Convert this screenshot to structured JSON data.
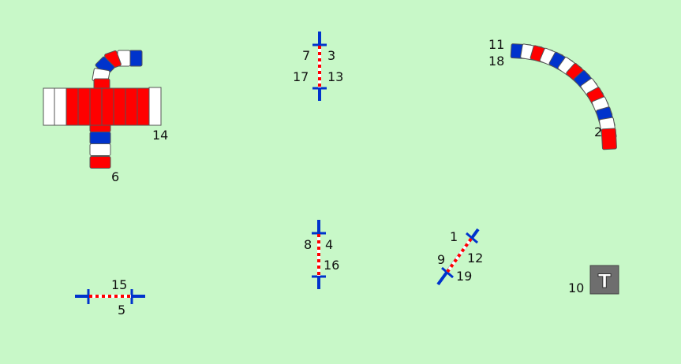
{
  "course": {
    "background": "#c8f8c8",
    "colors": {
      "red": "#ff0000",
      "white": "#ffffff",
      "blue": "#0033cc",
      "outline": "#555555",
      "table": "#6e6e6e"
    },
    "labels": {
      "jump_top_7": "7",
      "jump_top_3": "3",
      "jump_top_17": "17",
      "jump_top_13": "13",
      "jump_mid_8": "8",
      "jump_mid_4": "4",
      "jump_mid_16": "16",
      "jump_bottom_15": "15",
      "jump_bottom_5": "5",
      "jump_diag_1": "1",
      "jump_diag_9": "9",
      "jump_diag_12": "12",
      "jump_diag_19": "19",
      "tunnel_11": "11",
      "tunnel_18": "18",
      "tunnel_2": "2",
      "dogwalk_14": "14",
      "tunnel_6": "6",
      "table_10": "10",
      "table_symbol": "T"
    }
  }
}
